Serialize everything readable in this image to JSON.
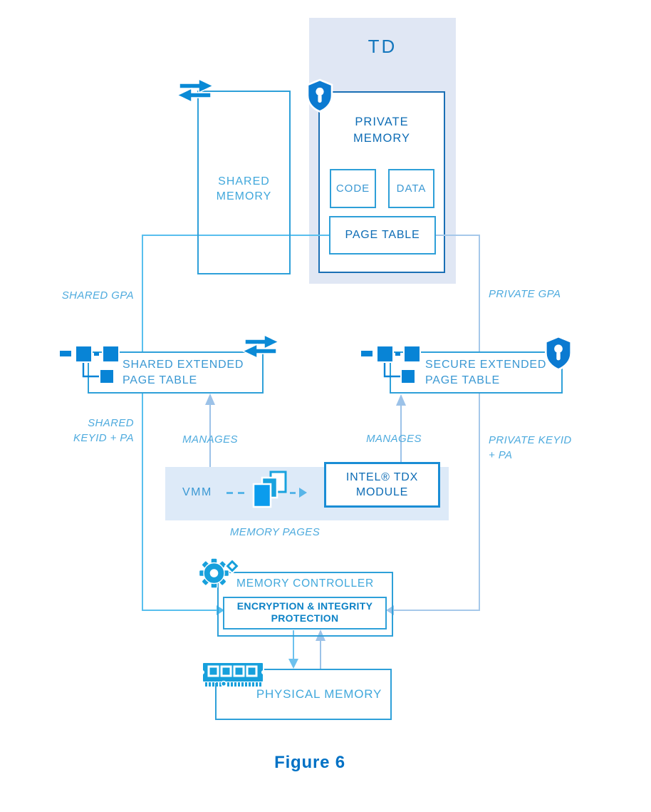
{
  "td": {
    "label": "TD"
  },
  "shared_memory": {
    "line1": "SHARED",
    "line2": "MEMORY"
  },
  "private_memory": {
    "line1": "PRIVATE",
    "line2": "MEMORY",
    "code": "CODE",
    "data": "DATA",
    "page_table": "PAGE TABLE"
  },
  "shared_ept": {
    "line1": "SHARED EXTENDED",
    "line2": "PAGE TABLE"
  },
  "secure_ept": {
    "line1": "SECURE EXTENDED",
    "line2": "PAGE TABLE"
  },
  "edge_labels": {
    "shared_gpa": "SHARED GPA",
    "private_gpa": "PRIVATE GPA",
    "shared_keyid": {
      "line1": "SHARED",
      "line2": "KEYID + PA"
    },
    "manages_left": "MANAGES",
    "manages_right": "MANAGES",
    "private_keyid": {
      "line1": "PRIVATE KEYID",
      "line2": "+ PA"
    },
    "memory_pages": "MEMORY PAGES"
  },
  "vmm": {
    "label": "VMM"
  },
  "tdx_module": {
    "line1": "INTEL® TDX",
    "line2": "MODULE"
  },
  "memory_controller": {
    "title": "MEMORY CONTROLLER",
    "encryption_line1": "ENCRYPTION & INTEGRITY",
    "encryption_line2": "PROTECTION"
  },
  "physical_memory": {
    "label": "PHYSICAL MEMORY"
  },
  "caption": "Figure 6",
  "icons": {
    "shield_private_memory": "shield-lock-icon",
    "shield_secure_ept": "shield-lock-icon",
    "exchange_shared_memory": "exchange-arrows-icon",
    "exchange_shared_ept": "exchange-arrows-icon",
    "tree_shared_ept": "page-table-tree-icon",
    "tree_secure_ept": "page-table-tree-icon",
    "gear_memory_controller": "gear-icon",
    "memory_pages": "memory-pages-icon",
    "ram_physical_memory": "ram-module-icon"
  },
  "colors": {
    "box_border_azure": "#2ea0d9",
    "private_box_border": "#1a6fb5",
    "dark_label": "#0d6cb5",
    "light_label": "#41a8dc",
    "mid_label": "#3a98d3",
    "italic_label": "#4fabde",
    "shared_line": "#58bfee",
    "private_line": "#a6c8ea",
    "manages_arrow": "#9cc2e8",
    "td_band_fill": "#e0e7f4",
    "vmm_band_fill": "#ddeaf8",
    "icon_blue": "#0b85d6",
    "caption_blue": "#0071c5"
  }
}
